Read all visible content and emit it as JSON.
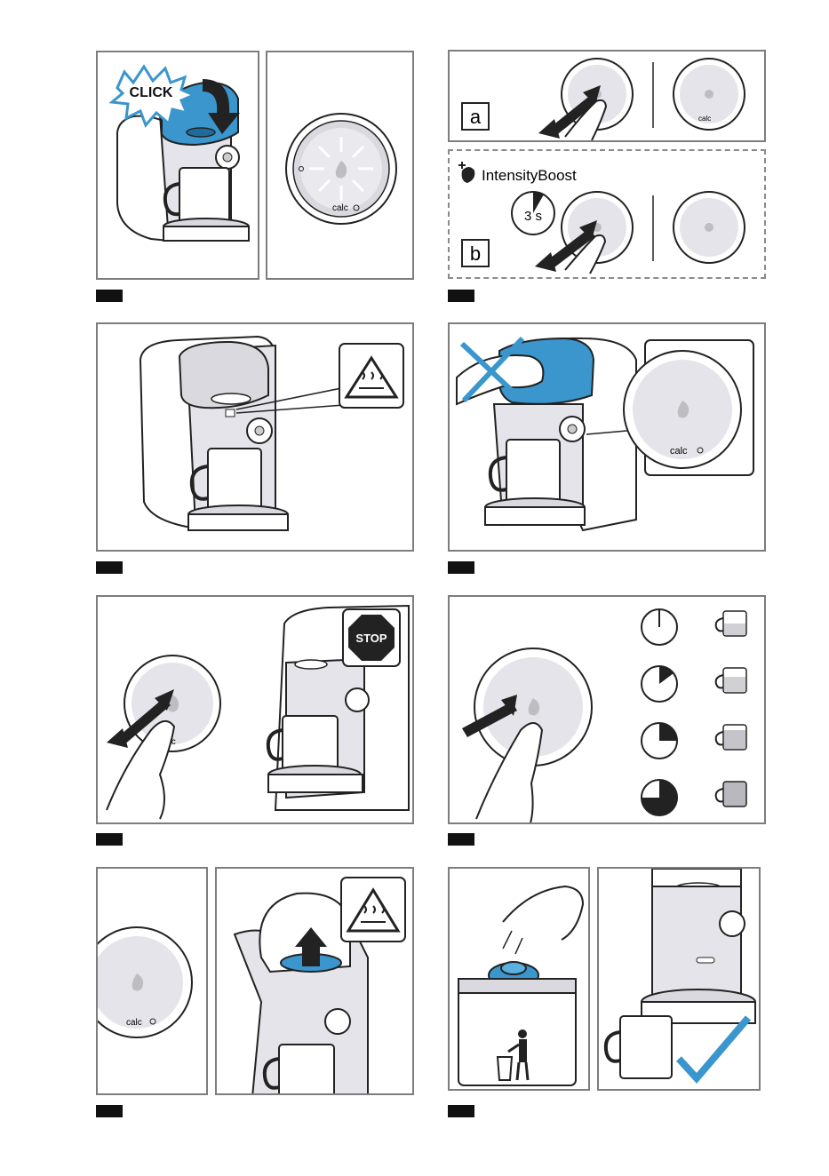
{
  "steps": {
    "s1": {
      "click_label": "CLICK",
      "dial_calc": "calc"
    },
    "s2": {
      "option_a": "a",
      "option_b": "b",
      "intensity_boost": "IntensityBoost",
      "seconds": "3 s",
      "dial_calc": "calc"
    },
    "s4": {
      "dial_calc": "calc"
    },
    "s5": {
      "stop_label": "STOP",
      "dial_calc": "calc"
    },
    "s7": {
      "dial_calc": "calc"
    }
  },
  "colors": {
    "accent_blue": "#3a96cc",
    "machine_grey": "#d9d9df",
    "check_blue": "#3a96cc"
  },
  "icons": [
    "hot-surface-icon",
    "stop-sign-icon",
    "trash-bin-icon",
    "checkmark-icon",
    "cross-icon",
    "timer-icon"
  ]
}
